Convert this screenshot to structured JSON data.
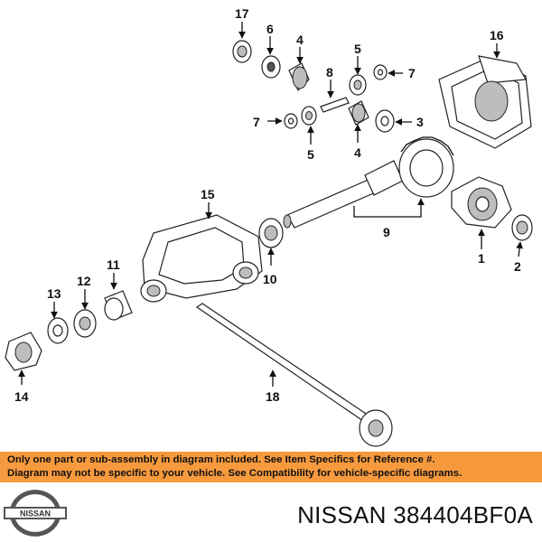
{
  "callouts": [
    "1",
    "2",
    "3",
    "4",
    "5",
    "6",
    "7",
    "8",
    "9",
    "10",
    "11",
    "12",
    "13",
    "14",
    "15",
    "16",
    "17",
    "18"
  ],
  "callout_map": {
    "c17": "17",
    "c6": "6",
    "c4a": "4",
    "c5a": "5",
    "c7a": "7",
    "c8": "8",
    "c7b": "7",
    "c3": "3",
    "c5b": "5",
    "c4b": "4",
    "c16": "16",
    "c15": "15",
    "c9": "9",
    "c10": "10",
    "c1": "1",
    "c2": "2",
    "c11": "11",
    "c12": "12",
    "c13": "13",
    "c14": "14",
    "c18": "18"
  },
  "disclaimer": {
    "line1": "Only one part or sub-assembly in diagram included. See Item Specifics for Reference #.",
    "line2": "Diagram may not be specific to your vehicle. See Compatibility for vehicle-specific diagrams."
  },
  "colors": {
    "banner": "#f79a3e",
    "ink": "#111111"
  },
  "brand": {
    "logo_text": "NISSAN",
    "title": "NISSAN 384404BF0A"
  }
}
